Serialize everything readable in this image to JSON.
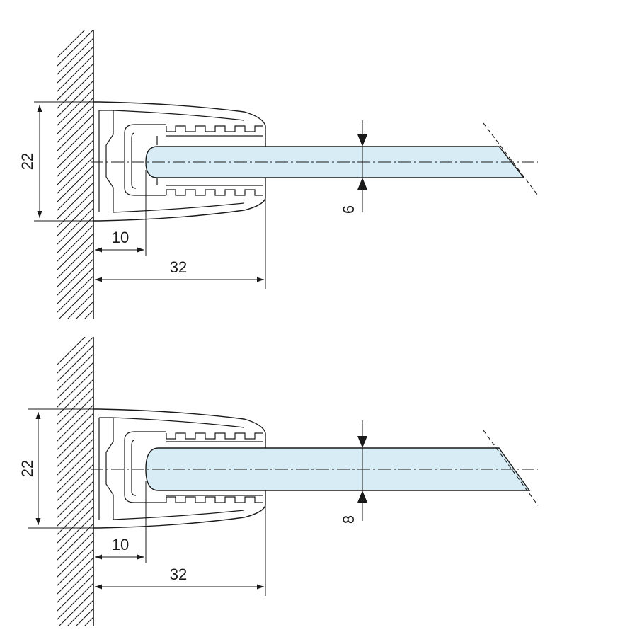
{
  "diagrams": [
    {
      "height_label": "22",
      "glass_label": "6",
      "insert_label": "10",
      "depth_label": "32"
    },
    {
      "height_label": "22",
      "glass_label": "8",
      "insert_label": "10",
      "depth_label": "32"
    }
  ],
  "colors": {
    "glass": "#d7ecf5",
    "line": "#1a1a1a"
  }
}
